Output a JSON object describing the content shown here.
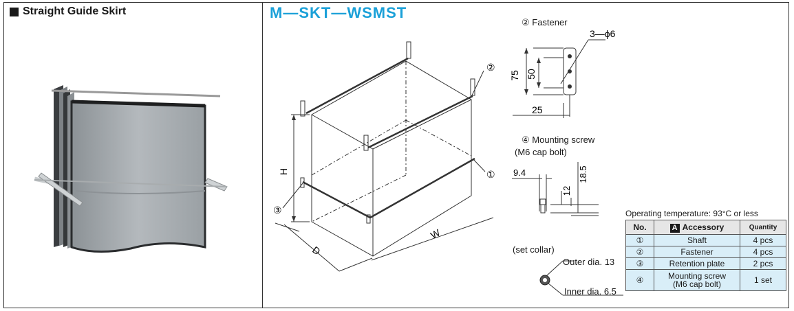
{
  "left_panel": {
    "title": "Straight Guide Skirt"
  },
  "model_code": "M—SKT—WSMST",
  "drawing": {
    "dim_w": "W",
    "dim_d": "D",
    "dim_h": "H",
    "callout_1": "①",
    "callout_2": "②",
    "callout_3": "③"
  },
  "fastener": {
    "title": "② Fastener",
    "holes": "3—ϕ6",
    "dim_75": "75",
    "dim_50": "50",
    "dim_25": "25"
  },
  "screw": {
    "title": "④ Mounting screw",
    "subtitle": "(M6 cap bolt)",
    "dim_94": "9.4",
    "dim_12": "12",
    "dim_185": "18.5"
  },
  "collar": {
    "title": "(set collar)",
    "outer": "Outer dia. 13",
    "inner": "Inner dia. 6.5"
  },
  "accessory_table": {
    "caption": "Operating temperature: 93°C or less",
    "headers": {
      "no": "No.",
      "badge": "A",
      "accessory": "Accessory",
      "quantity": "Quantity"
    },
    "rows": [
      {
        "no": "①",
        "item": "Shaft",
        "qty": "4 pcs"
      },
      {
        "no": "②",
        "item": "Fastener",
        "qty": "4 pcs"
      },
      {
        "no": "③",
        "item": "Retention plate",
        "qty": "2 pcs"
      },
      {
        "no": "④",
        "item_line1": "Mounting screw",
        "item_line2": "(M6 cap bolt)",
        "qty": "1 set"
      }
    ]
  }
}
